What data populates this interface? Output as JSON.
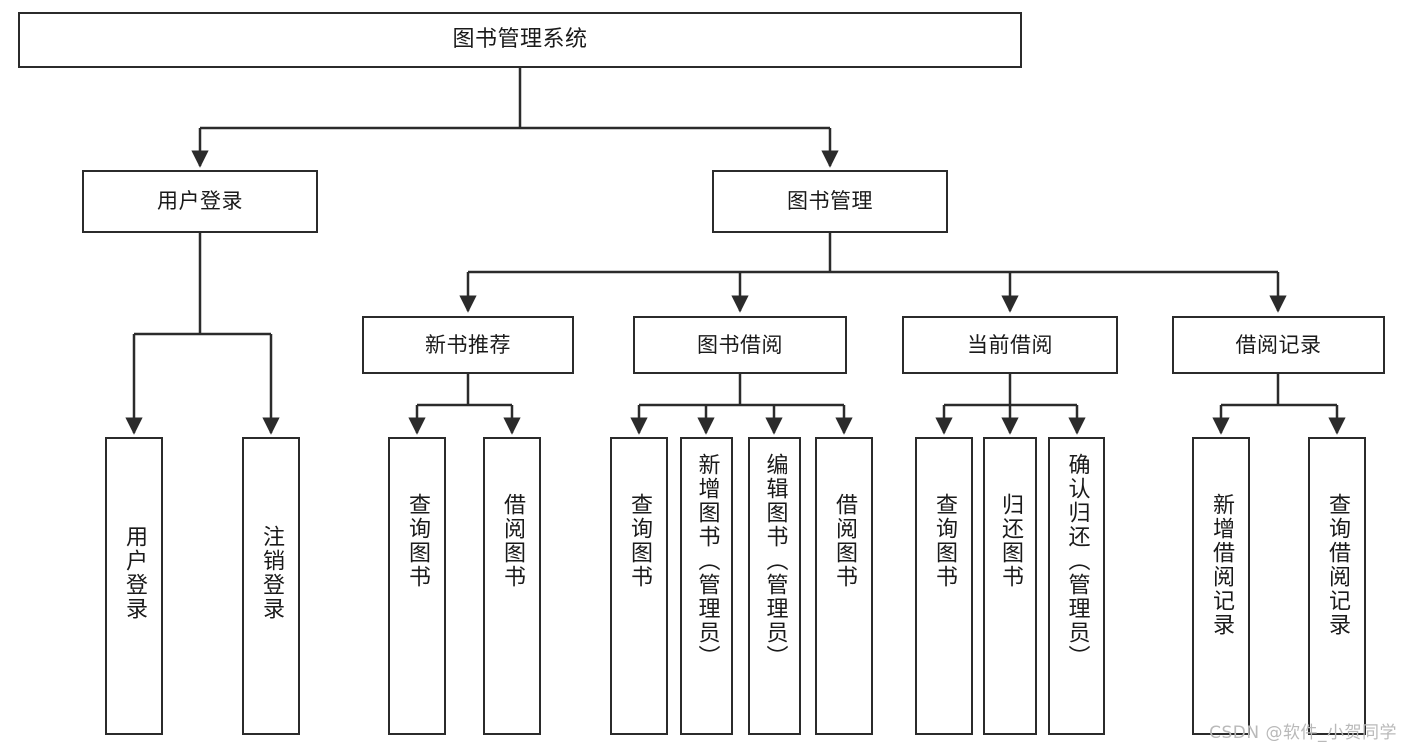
{
  "diagram": {
    "type": "tree-hierarchy",
    "title": "图书管理系统",
    "colors": {
      "stroke": "#2b2b2b",
      "fill": "#ffffff",
      "text": "#1a1a1a",
      "watermark": "#b9b9b9"
    },
    "watermark": "CSDN @软件_小贺同学",
    "levels": [
      {
        "level": 0,
        "nodes": [
          {
            "id": "root",
            "label": "图书管理系统",
            "orientation": "horizontal"
          }
        ]
      },
      {
        "level": 1,
        "nodes": [
          {
            "id": "user-login",
            "label": "用户登录",
            "orientation": "horizontal",
            "parent": "root"
          },
          {
            "id": "book-manage",
            "label": "图书管理",
            "orientation": "horizontal",
            "parent": "root"
          }
        ]
      },
      {
        "level": 2,
        "nodes": [
          {
            "id": "new-book-rec",
            "label": "新书推荐",
            "orientation": "horizontal",
            "parent": "book-manage"
          },
          {
            "id": "book-borrow",
            "label": "图书借阅",
            "orientation": "horizontal",
            "parent": "book-manage"
          },
          {
            "id": "current-borrow",
            "label": "当前借阅",
            "orientation": "horizontal",
            "parent": "book-manage"
          },
          {
            "id": "borrow-record",
            "label": "借阅记录",
            "orientation": "horizontal",
            "parent": "book-manage"
          }
        ]
      },
      {
        "level": 3,
        "nodes": [
          {
            "id": "leaf-user-login",
            "label": "用户登录",
            "orientation": "vertical",
            "parent": "user-login"
          },
          {
            "id": "leaf-logout",
            "label": "注销登录",
            "orientation": "vertical",
            "parent": "user-login"
          },
          {
            "id": "leaf-query-book-1",
            "label": "查询图书",
            "orientation": "vertical",
            "parent": "new-book-rec"
          },
          {
            "id": "leaf-borrow-book-1",
            "label": "借阅图书",
            "orientation": "vertical",
            "parent": "new-book-rec"
          },
          {
            "id": "leaf-query-book-2",
            "label": "查询图书",
            "orientation": "vertical",
            "parent": "book-borrow"
          },
          {
            "id": "leaf-add-book",
            "label": "新增图书（管理员）",
            "orientation": "vertical",
            "parent": "book-borrow"
          },
          {
            "id": "leaf-edit-book",
            "label": "编辑图书（管理员）",
            "orientation": "vertical",
            "parent": "book-borrow"
          },
          {
            "id": "leaf-borrow-book-2",
            "label": "借阅图书",
            "orientation": "vertical",
            "parent": "book-borrow"
          },
          {
            "id": "leaf-query-book-3",
            "label": "查询图书",
            "orientation": "vertical",
            "parent": "current-borrow"
          },
          {
            "id": "leaf-return-book",
            "label": "归还图书",
            "orientation": "vertical",
            "parent": "current-borrow"
          },
          {
            "id": "leaf-confirm-return",
            "label": "确认归还（管理员）",
            "orientation": "vertical",
            "parent": "current-borrow"
          },
          {
            "id": "leaf-add-record",
            "label": "新增借阅记录",
            "orientation": "vertical",
            "parent": "borrow-record"
          },
          {
            "id": "leaf-query-record",
            "label": "查询借阅记录",
            "orientation": "vertical",
            "parent": "borrow-record"
          }
        ]
      }
    ]
  },
  "nodes": {
    "root": {
      "label": "图书管理系统"
    },
    "user_login": {
      "label": "用户登录"
    },
    "book_manage": {
      "label": "图书管理"
    },
    "new_book_rec": {
      "label": "新书推荐"
    },
    "book_borrow": {
      "label": "图书借阅"
    },
    "current_borrow": {
      "label": "当前借阅"
    },
    "borrow_record": {
      "label": "借阅记录"
    },
    "leaf_user_login": {
      "label": "用户登录"
    },
    "leaf_logout": {
      "label": "注销登录"
    },
    "leaf_query_book_1": {
      "label": "查询图书"
    },
    "leaf_borrow_book_1": {
      "label": "借阅图书"
    },
    "leaf_query_book_2": {
      "label": "查询图书"
    },
    "leaf_add_book": {
      "label": "新增图书（管理员）"
    },
    "leaf_edit_book": {
      "label": "编辑图书（管理员）"
    },
    "leaf_borrow_book_2": {
      "label": "借阅图书"
    },
    "leaf_query_book_3": {
      "label": "查询图书"
    },
    "leaf_return_book": {
      "label": "归还图书"
    },
    "leaf_confirm_return": {
      "label": "确认归还（管理员）"
    },
    "leaf_add_record": {
      "label": "新增借阅记录"
    },
    "leaf_query_record": {
      "label": "查询借阅记录"
    }
  },
  "watermark": {
    "text": "CSDN @软件_小贺同学"
  }
}
